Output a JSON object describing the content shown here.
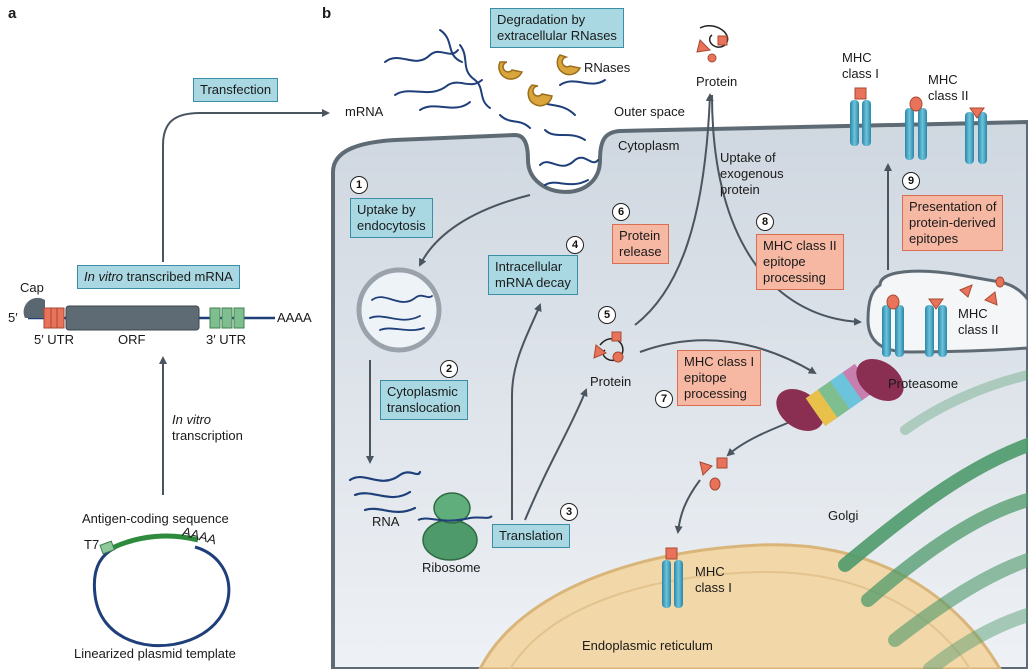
{
  "panels": {
    "a": "a",
    "b": "b"
  },
  "panel_a": {
    "transfection": "Transfection",
    "mrna": "mRNA",
    "ivt_mrna_italic": "In vitro",
    "ivt_mrna_rest": " transcribed mRNA",
    "cap": "Cap",
    "five_prime": "5′",
    "five_utr": "5′ UTR",
    "orf": "ORF",
    "three_utr": "3′ UTR",
    "polya": "AAAA",
    "ivt_line1": "In vitro",
    "ivt_line2": "transcription",
    "antigen_seq": "Antigen-coding sequence",
    "t7": "T7",
    "plasmid_polya": "AAAA",
    "plasmid": "Linearized plasmid template"
  },
  "panel_b": {
    "degradation": [
      "Degradation by",
      "extracellular RNases"
    ],
    "rnases": "RNases",
    "protein_top": "Protein",
    "outer_space": "Outer space",
    "cytoplasm": "Cytoplasm",
    "uptake_exogenous": [
      "Uptake of",
      "exogenous",
      "protein"
    ],
    "mhc1_top": [
      "MHC",
      "class I"
    ],
    "mhc2_top": [
      "MHC",
      "class II"
    ],
    "step1": "1",
    "uptake_endocytosis": [
      "Uptake by",
      "endocytosis"
    ],
    "step6": "6",
    "protein_release": [
      "Protein",
      "release"
    ],
    "step8": "8",
    "mhc2_processing": [
      "MHC class II",
      "epitope",
      "processing"
    ],
    "step9": "9",
    "presentation": [
      "Presentation of",
      "protein-derived",
      "epitopes"
    ],
    "step4": "4",
    "intracellular_decay": [
      "Intracellular",
      "mRNA decay"
    ],
    "step5": "5",
    "protein_mid": "Protein",
    "mhc2_endosome": [
      "MHC",
      "class II"
    ],
    "step2": "2",
    "cytoplasmic_translocation": [
      "Cytoplasmic",
      "translocation"
    ],
    "step7": "7",
    "mhc1_processing": [
      "MHC class I",
      "epitope",
      "processing"
    ],
    "proteasome": "Proteasome",
    "rna": "RNA",
    "ribosome": "Ribosome",
    "translation": "Translation",
    "step3": "3",
    "golgi": "Golgi",
    "mhc1_er": [
      "MHC",
      "class I"
    ],
    "er": "Endoplasmic reticulum"
  },
  "colors": {
    "membrane": "#5f6b74",
    "cytoplasm": "#dfe5ec",
    "er": "#f2d7a8",
    "golgi": "#4e9a6a",
    "mhc": "#3aa0c0",
    "peptide": "#e8735a",
    "rnase": "#d9a53c",
    "mrna_line": "#1f3f7a",
    "box_blue": "#a9d8e3",
    "box_red": "#f6b8a3"
  }
}
